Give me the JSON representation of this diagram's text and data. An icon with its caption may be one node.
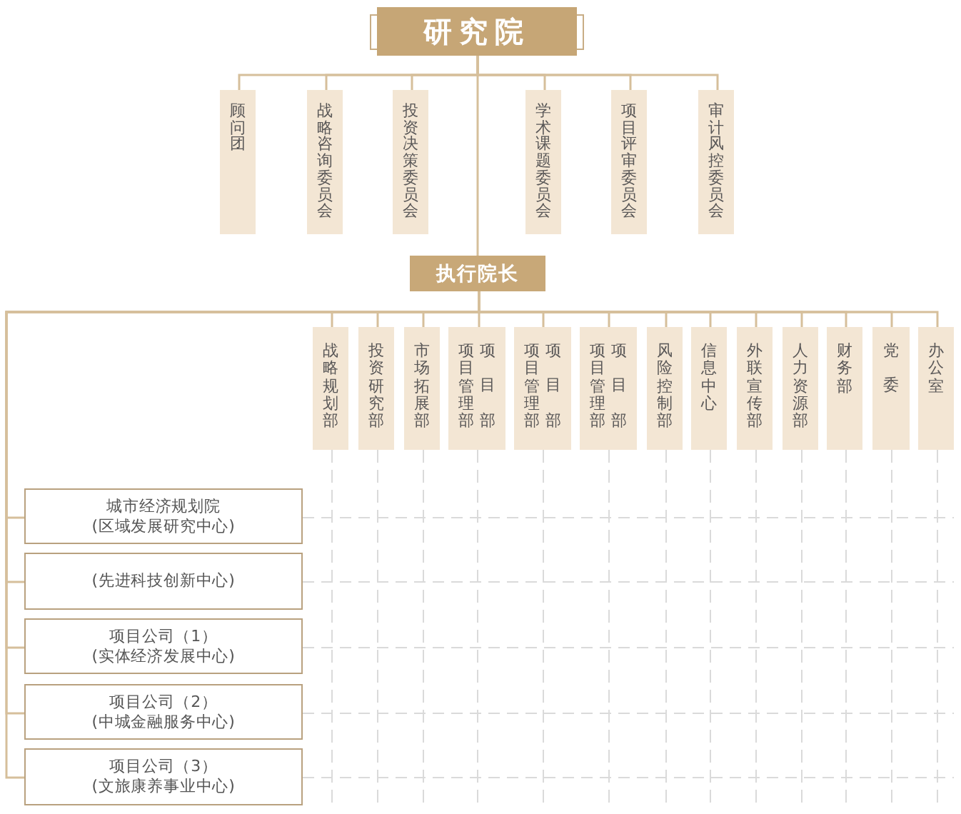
{
  "diagram": {
    "nodes": [
      {
        "text": [
          "研究院"
        ]
      },
      {
        "text": [
          "顾问团"
        ]
      },
      {
        "text": [
          "战略咨询委员会"
        ]
      },
      {
        "text": [
          "投资决策委员会"
        ]
      },
      {
        "text": [
          "学术课题委员会"
        ]
      },
      {
        "text": [
          "项目评审委员会"
        ]
      },
      {
        "text": [
          "审计风控委员会"
        ]
      },
      {
        "text": [
          "执行院长"
        ]
      },
      {
        "text": [
          "战略规划部"
        ]
      },
      {
        "text": [
          "投资研究部"
        ]
      },
      {
        "text": [
          "市场拓展部"
        ]
      },
      {
        "text": [
          "项目管理部",
          "项目部"
        ]
      },
      {
        "text": [
          "项目管理部",
          "项目部"
        ]
      },
      {
        "text": [
          "项目管理部",
          "项目部"
        ]
      },
      {
        "text": [
          "风险控制部"
        ]
      },
      {
        "text": [
          "信息中心"
        ]
      },
      {
        "text": [
          "外联宣传部"
        ]
      },
      {
        "text": [
          "人力资源部"
        ]
      },
      {
        "text": [
          "财务部"
        ]
      },
      {
        "text": [
          "党委"
        ]
      },
      {
        "text": [
          "办公室"
        ]
      },
      {
        "text": [
          "城市经济规划院",
          "(区域发展研究中心)"
        ]
      },
      {
        "text": [
          "(先进科技创新中心)"
        ]
      },
      {
        "text": [
          "项目公司（1）",
          "(实体经济发展中心)"
        ]
      },
      {
        "text": [
          "项目公司（2）",
          "(中城金融服务中心)"
        ]
      },
      {
        "text": [
          "项目公司（3）",
          "(文旅康养事业中心)"
        ]
      }
    ],
    "edges": [
      {
        "from": 0,
        "to": 1,
        "arrow": "none"
      },
      {
        "from": 0,
        "to": 2,
        "arrow": "none"
      },
      {
        "from": 0,
        "to": 3,
        "arrow": "none"
      },
      {
        "from": 0,
        "to": 4,
        "arrow": "none"
      },
      {
        "from": 0,
        "to": 5,
        "arrow": "none"
      },
      {
        "from": 0,
        "to": 6,
        "arrow": "none"
      },
      {
        "from": 0,
        "to": 7,
        "arrow": "none"
      },
      {
        "from": 7,
        "to": 8,
        "arrow": "none"
      },
      {
        "from": 7,
        "to": 9,
        "arrow": "none"
      },
      {
        "from": 7,
        "to": 10,
        "arrow": "none"
      },
      {
        "from": 7,
        "to": 11,
        "arrow": "none"
      },
      {
        "from": 7,
        "to": 12,
        "arrow": "none"
      },
      {
        "from": 7,
        "to": 13,
        "arrow": "none"
      },
      {
        "from": 7,
        "to": 14,
        "arrow": "none"
      },
      {
        "from": 7,
        "to": 15,
        "arrow": "none"
      },
      {
        "from": 7,
        "to": 16,
        "arrow": "none"
      },
      {
        "from": 7,
        "to": 17,
        "arrow": "none"
      },
      {
        "from": 7,
        "to": 18,
        "arrow": "none"
      },
      {
        "from": 7,
        "to": 19,
        "arrow": "none"
      },
      {
        "from": 7,
        "to": 20,
        "arrow": "none"
      },
      {
        "from": 7,
        "to": 21,
        "arrow": "none"
      },
      {
        "from": 7,
        "to": 22,
        "arrow": "none"
      },
      {
        "from": 7,
        "to": 23,
        "arrow": "none"
      },
      {
        "from": 7,
        "to": 24,
        "arrow": "none"
      },
      {
        "from": 7,
        "to": 25,
        "arrow": "none"
      }
    ]
  }
}
